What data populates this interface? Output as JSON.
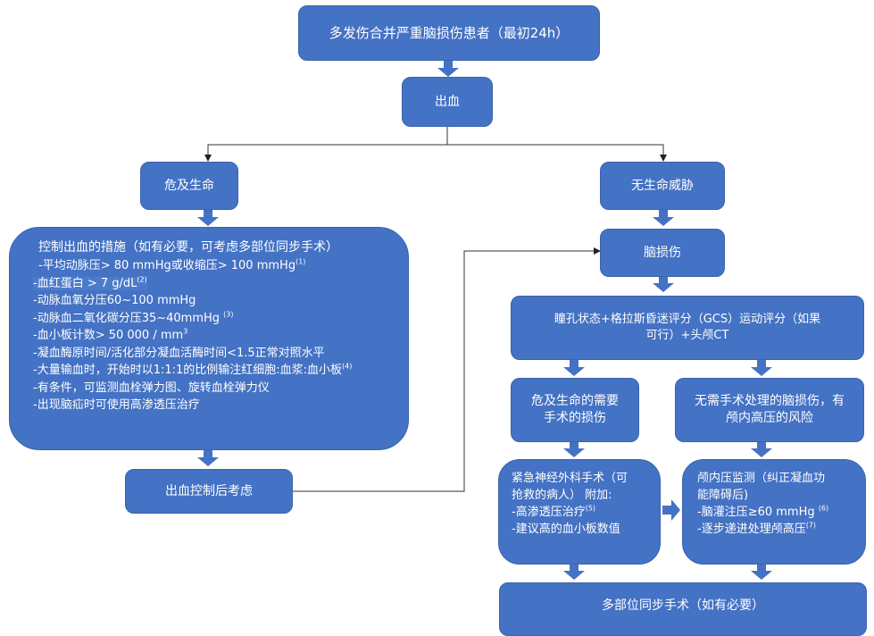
{
  "colors": {
    "box_fill": "#4472c4",
    "text": "#ffffff",
    "connector": "#333333"
  },
  "nodes": {
    "top": {
      "label": "多发伤合并严重脑损伤患者（最初24h）"
    },
    "bleeding": {
      "label": "出血"
    },
    "life_threat": {
      "label": "危及生命"
    },
    "no_life_threat": {
      "label": "无生命威胁"
    },
    "control_measures": {
      "title": "控制出血的措施（如有必要，可考虑多部位同步手术）",
      "items": [
        {
          "text": "-平均动脉压> 80 mmHg或收缩压> 100 mmHg",
          "ref": "(1)"
        },
        {
          "text": "-血红蛋白 > 7 g/dL",
          "ref": "(2)"
        },
        {
          "text": "-动脉血氧分压60~100 mmHg",
          "ref": ""
        },
        {
          "text": "-动脉血二氧化碳分压35~40mmHg ",
          "ref": "(3)"
        },
        {
          "text": "-血小板计数> 50 000  / mm",
          "ref": "3"
        },
        {
          "text": "-凝血酶原时间/活化部分凝血活酶时间<1.5正常对照水平",
          "ref": ""
        },
        {
          "text": "-大量输血时，开始时以1:1:1的比例输注红细胞:血浆:血小板",
          "ref": "(4)"
        },
        {
          "text": "-有条件，可监测血栓弹力图、旋转血栓弹力仪",
          "ref": ""
        },
        {
          "text": "-出现脑疝时可使用高渗透压治疗",
          "ref": ""
        }
      ]
    },
    "after_control": {
      "label": "出血控制后考虑"
    },
    "brain_injury": {
      "label": "脑损伤"
    },
    "assessment": {
      "line1": "瞳孔状态+格拉斯昏迷评分（GCS）运动评分（如果",
      "line2": "可行）+头颅CT"
    },
    "surgical_injury": {
      "line1": "危及生命的需要",
      "line2": "手术的损伤"
    },
    "non_surgical": {
      "line1": "无需手术处理的脑损伤，有",
      "line2": "颅内高压的风险"
    },
    "neurosurgery": {
      "line1": "紧急神经外科手术（可",
      "line2": "抢救的病人） 附加:",
      "items": [
        {
          "text": "-高渗透压治疗",
          "ref": "(5)"
        },
        {
          "text": "-建议高的血小板数值",
          "ref": ""
        }
      ]
    },
    "icp_monitoring": {
      "line1": "颅内压监测（纠正凝血功",
      "line2": "能障碍后)",
      "items": [
        {
          "text": "-脑灌注压≥60 mmHg ",
          "ref": "(6)"
        },
        {
          "text": "-逐步递进处理颅高压",
          "ref": "(7)"
        }
      ]
    },
    "multi_surgery": {
      "label": "多部位同步手术（如有必要）"
    }
  }
}
